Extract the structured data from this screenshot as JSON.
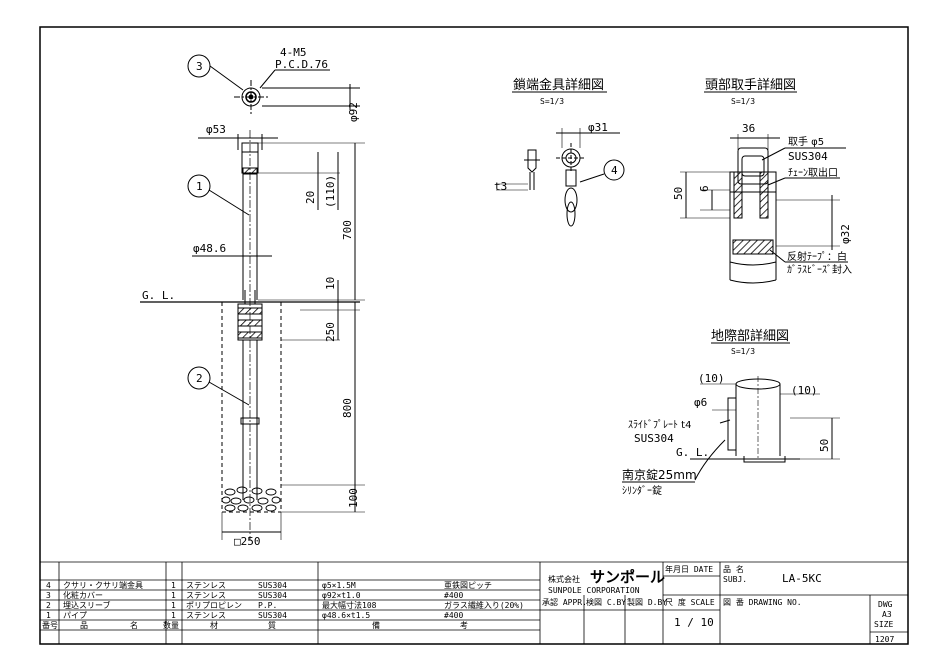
{
  "annotations": {
    "bolt": "4-M5",
    "pcd": "P.C.D.76",
    "cover_dia": "φ92",
    "top_dia": "φ53",
    "pipe_dia": "φ48.6",
    "h20": "20",
    "h110": "(110)",
    "h700": "700",
    "h10": "10",
    "h250": "250",
    "h800": "800",
    "h100": "100",
    "base": "□250",
    "gl": "G. L.",
    "callout_1": "1",
    "callout_2": "2",
    "callout_3": "3",
    "callout_4": "4"
  },
  "detail_chain": {
    "title": "鎖端金具詳細図",
    "scale": "S=1/3",
    "d31": "φ31",
    "t3": "t3"
  },
  "detail_head": {
    "title": "頭部取手詳細図",
    "scale": "S=1/3",
    "d36": "36",
    "handle": "取手  φ5",
    "handle_mat": "SUS304",
    "chain_out": "ﾁｪｰﾝ取出口",
    "d50": "50",
    "d6": "6",
    "d32": "φ32",
    "tape": "反射ﾃｰﾌﾟ：白",
    "tape2": "ｶﾞﾗｽﾋﾞｰｽﾞ封入"
  },
  "detail_ground": {
    "title": "地際部詳細図",
    "scale": "S=1/3",
    "p10a": "(10)",
    "p10b": "(10)",
    "d6": "φ6",
    "plate": "ｽﾗｲﾄﾞﾌﾟﾚｰﾄ t4",
    "plate_mat": "SUS304",
    "gl": "G. L.",
    "lock": "南京錠25mm",
    "lock2": "ｼﾘﾝﾀﾞｰ錠",
    "d50": "50"
  },
  "parts": {
    "header": [
      "番号",
      "品",
      "名",
      "数量",
      "材",
      "質",
      "備",
      "考"
    ],
    "rows": [
      {
        "no": "4",
        "name": "クサリ・クサリ端金具",
        "qty": "1",
        "mat": "ステンレス",
        "grade": "SUS304",
        "spec": "φ5×1.5M",
        "note": "亜鉄図ピッチ"
      },
      {
        "no": "3",
        "name": "化粧カバー",
        "qty": "1",
        "mat": "ステンレス",
        "grade": "SUS304",
        "spec": "φ92×t1.0",
        "note": "#400"
      },
      {
        "no": "2",
        "name": "埋込スリーブ",
        "qty": "1",
        "mat": "ポリプロピレン",
        "grade": "P.P.",
        "spec": "最大幅寸法108",
        "note": "ガラス繊維入り(20%)"
      },
      {
        "no": "1",
        "name": "パイプ",
        "qty": "1",
        "mat": "ステンレス",
        "grade": "SUS304",
        "spec": "φ48.6×t1.5",
        "note": "#400"
      }
    ]
  },
  "title_block": {
    "company_prefix": "株式会社",
    "company": "サンポール",
    "company_en": "SUNPOLE CORPORATION",
    "approved": "承認 APPR.",
    "checked": "検図 C.BY",
    "drawn": "製図 D.BY",
    "date_label": "年月日 DATE",
    "scale_label": "尺 度 SCALE",
    "scale_value": "1 / 10",
    "name_label": "品 名",
    "subj": "SUBJ.",
    "product": "LA-5KC",
    "drawing_no_label": "図 番 DRAWING NO.",
    "dwg": "DWG",
    "a3": "A3",
    "size": "SIZE",
    "code": "1207"
  }
}
